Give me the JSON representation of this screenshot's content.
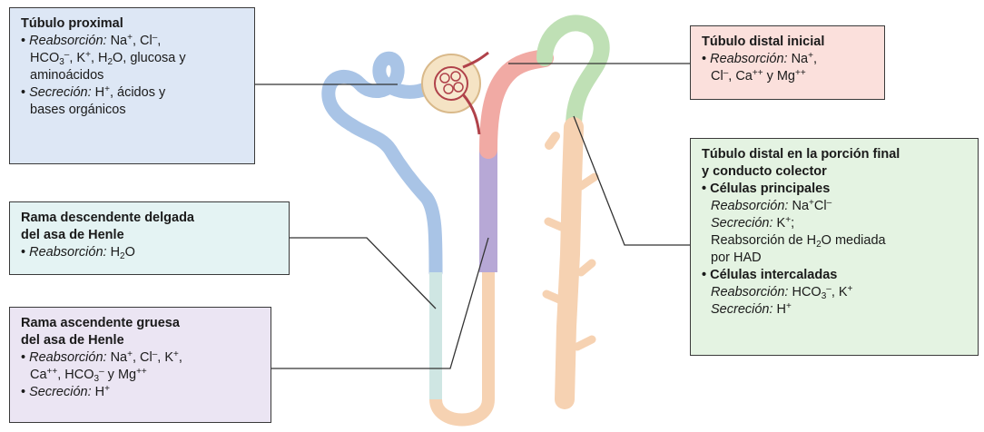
{
  "colors": {
    "proximal": "#dde7f5",
    "descending": "#e4f3f3",
    "ascending": "#ebe5f3",
    "distal_initial": "#fbe0dc",
    "distal_final": "#e4f3e2",
    "tube_proximal": "#a9c4e6",
    "tube_descending": "#cfe6e3",
    "tube_ascending": "#b7a8d6",
    "tube_distal_initial": "#f1aaa4",
    "tube_distal_final": "#bfe0b5",
    "tube_collecting": "#f6d2b2",
    "glomerulus": "#f5e3c4",
    "capillary": "#b0424a"
  },
  "proximal": {
    "title": "Túbulo proximal",
    "bullet": "•",
    "reabs_label": "Reabsorción:",
    "reabs_l1": " Na",
    "reabs_l1_sup": "+",
    "reabs_l1b": ", Cl",
    "reabs_l1b_sup": "–",
    "reabs_l1c": ",",
    "reabs_l2a": "HCO",
    "reabs_l2a_sub": "3",
    "reabs_l2a_sup": "–",
    "reabs_l2b": ", K",
    "reabs_l2b_sup": "+",
    "reabs_l2c": ", H",
    "reabs_l2c_sub": "2",
    "reabs_l2d": "O, glucosa y",
    "reabs_l3": "aminoácidos",
    "secr_label": "Secreción:",
    "secr_l1": " H",
    "secr_l1_sup": "+",
    "secr_l1b": ", ácidos y",
    "secr_l2": "bases orgánicos"
  },
  "descending": {
    "title_l1": "Rama descendente delgada",
    "title_l2": "del asa de Henle",
    "bullet": "•",
    "reabs_label": "Reabsorción:",
    "reabs_a": " H",
    "reabs_sub": "2",
    "reabs_b": "O"
  },
  "ascending": {
    "title_l1": "Rama ascendente gruesa",
    "title_l2": "del asa de Henle",
    "bullet": "•",
    "reabs_label": "Reabsorción:",
    "r1a": " Na",
    "r1a_sup": "+",
    "r1b": ", Cl",
    "r1b_sup": "–",
    "r1c": ", K",
    "r1c_sup": "+",
    "r1d": ",",
    "r2a": "Ca",
    "r2a_sup": "++",
    "r2b": ", HCO",
    "r2b_sub": "3",
    "r2b_sup": "–",
    "r2c": " y  Mg",
    "r2c_sup": "++",
    "secr_label": "Secreción:",
    "s1": " H",
    "s1_sup": "+"
  },
  "distal_initial": {
    "title": "Túbulo distal inicial",
    "bullet": "•",
    "reabs_label": "Reabsorción:",
    "r1a": " Na",
    "r1a_sup": "+",
    "r1b": ",",
    "r2a": "Cl",
    "r2a_sup": "–",
    "r2b": ", Ca",
    "r2b_sup": "++",
    "r2c": " y Mg",
    "r2c_sup": "++"
  },
  "distal_final": {
    "title_l1": "Túbulo distal en la porción final",
    "title_l2": "y conducto colector",
    "bullet": "•",
    "principal": "Células principales",
    "p_reabs_label": "Reabsorción:",
    "p_reabs_a": " Na",
    "p_reabs_sup1": "+",
    "p_reabs_b": "Cl",
    "p_reabs_sup2": "–",
    "p_secr_label": "Secreción:",
    "p_secr_a": " K",
    "p_secr_sup": "+",
    "p_secr_b": ";",
    "p_l3a": "Reabsorción de H",
    "p_l3_sub": "2",
    "p_l3b": "O mediada",
    "p_l4": "por HAD",
    "intercalated": "Células intercaladas",
    "i_reabs_label": "Reabsorción:",
    "i_reabs_a": " HCO",
    "i_reabs_sub": "3",
    "i_reabs_sup": "–",
    "i_reabs_b": ", K",
    "i_reabs_sup2": "+",
    "i_secr_label": "Secreción:",
    "i_secr_a": " H",
    "i_secr_sup": "+"
  }
}
